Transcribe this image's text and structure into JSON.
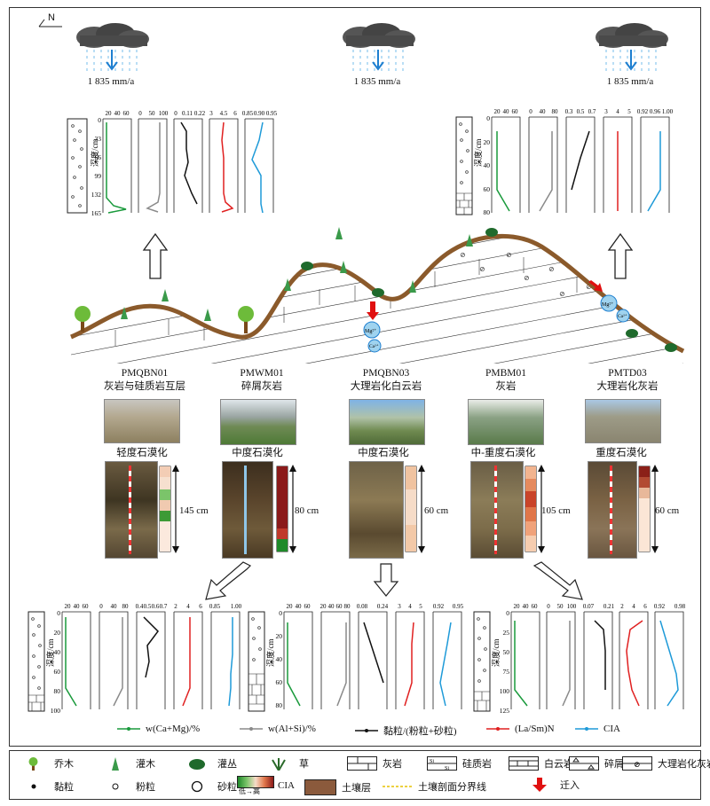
{
  "north_label": "N",
  "rainfall": [
    {
      "text": "1 835 mm/a"
    },
    {
      "text": "1 835 mm/a"
    },
    {
      "text": "1 835 mm/a"
    }
  ],
  "ions": {
    "mg": "Mg²⁺",
    "ca": "Ca²⁺"
  },
  "sites": [
    {
      "code": "PMQBN01",
      "rock": "灰岩与硅质岩互层",
      "weathering": "轻度石漠化",
      "depth": "145 cm"
    },
    {
      "code": "PMWM01",
      "rock": "碎屑灰岩",
      "weathering": "中度石漠化",
      "depth": "80 cm"
    },
    {
      "code": "PMQBN03",
      "rock": "大理岩化白云岩",
      "weathering": "中度石漠化",
      "depth": "60 cm"
    },
    {
      "code": "PMBM01",
      "rock": "灰岩",
      "weathering": "中-重度石漠化",
      "depth": "105 cm"
    },
    {
      "code": "PMTD03",
      "rock": "大理岩化灰岩",
      "weathering": "重度石漠化",
      "depth": "60 cm"
    }
  ],
  "profile_axis_label": "深度/cm",
  "profiles": {
    "top_left": {
      "depth_ticks": [
        "0",
        "33",
        "66",
        "99",
        "132",
        "165"
      ],
      "axes": [
        [
          "20",
          "40",
          "60"
        ],
        [
          "0",
          "50",
          "100"
        ],
        [
          "0",
          "0.11",
          "0.22"
        ],
        [
          "3",
          "4.5",
          "6"
        ],
        [
          "0.85",
          "0.90",
          "0.95"
        ]
      ]
    },
    "top_right": {
      "depth_ticks": [
        "0",
        "20",
        "40",
        "60",
        "80"
      ],
      "axes": [
        [
          "20",
          "40",
          "60"
        ],
        [
          "0",
          "40",
          "80"
        ],
        [
          "0.3",
          "0.5",
          "0.7"
        ],
        [
          "3",
          "4",
          "5"
        ],
        [
          "0.92",
          "0.96",
          "1.00"
        ]
      ]
    },
    "bottom_1": {
      "depth_ticks": [
        "0",
        "20",
        "40",
        "60",
        "80",
        "100"
      ],
      "axes": [
        [
          "20",
          "40",
          "60"
        ],
        [
          "0",
          "40",
          "80"
        ],
        [
          "0.4",
          "0.5",
          "0.6",
          "0.7"
        ],
        [
          "2",
          "4",
          "6"
        ],
        [
          "0.85",
          "1.00"
        ]
      ]
    },
    "bottom_2": {
      "depth_ticks": [
        "0",
        "20",
        "40",
        "60",
        "80"
      ],
      "axes": [
        [
          "20",
          "40",
          "60"
        ],
        [
          "20",
          "40",
          "60",
          "80"
        ],
        [
          "0.08",
          "0.24"
        ],
        [
          "3",
          "4",
          "5"
        ],
        [
          "0.92",
          "0.95"
        ]
      ]
    },
    "bottom_3": {
      "depth_ticks": [
        "0",
        "25",
        "50",
        "75",
        "100",
        "125"
      ],
      "axes": [
        [
          "20",
          "40",
          "60"
        ],
        [
          "0",
          "50",
          "100"
        ],
        [
          "0.07",
          "0.21"
        ],
        [
          "2",
          "4",
          "6"
        ],
        [
          "0.92",
          "0.98"
        ]
      ]
    }
  },
  "series_legend": [
    {
      "label": "w(Ca+Mg)/%",
      "color": "#1a9a3c"
    },
    {
      "label": "w(Al+Si)/%",
      "color": "#8a8a8a"
    },
    {
      "label": "黏粒/(粉粒+砂粒)",
      "color": "#111111"
    },
    {
      "label": "(La/Sm)N",
      "color": "#e02020"
    },
    {
      "label": "CIA",
      "color": "#1e9ad8"
    }
  ],
  "legend": {
    "tree": "乔木",
    "shrub": "灌木",
    "bush": "灌丛",
    "grass": "草",
    "limestone": "灰岩",
    "siliceous": "硅质岩",
    "dolomite": "白云岩",
    "clastic_limestone": "碎屑灰岩",
    "marble_limestone": "大理岩化灰岩",
    "clay": "黏粒",
    "silt": "粉粒",
    "sand": "砂粒",
    "cia": "CIA",
    "cia_range": "低→高",
    "soil_layer": "土壤层",
    "boundary": "土壤剖面分界线",
    "migration": "迁入"
  }
}
